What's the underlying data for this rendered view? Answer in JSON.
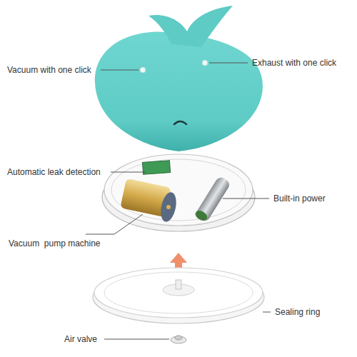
{
  "diagram": {
    "labels": [
      "Vacuum with one click",
      "Exhaust with one click",
      "Automatic leak detection",
      "Built-in power",
      "Vacuum  pump machine",
      "Sealing ring",
      "Air valve"
    ]
  }
}
